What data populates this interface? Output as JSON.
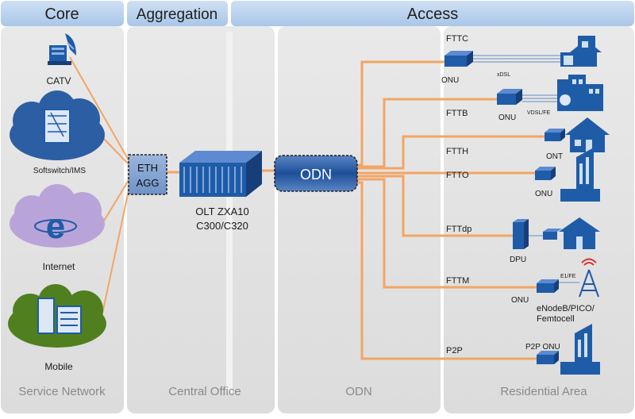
{
  "headers": {
    "core": "Core",
    "aggregation": "Aggregation",
    "access": "Access"
  },
  "footers": {
    "service_network": "Service Network",
    "central_office": "Central Office",
    "odn": "ODN",
    "residential_area": "Residential Area"
  },
  "core_services": {
    "catv": "CATV",
    "softswitch": "Softswitch/IMS",
    "internet": "Internet",
    "mobile": "Mobile"
  },
  "aggregation": {
    "eth_line1": "ETH",
    "eth_line2": "AGG",
    "olt_line1": "OLT ZXA10",
    "olt_line2": "C300/C320",
    "odn_box": "ODN"
  },
  "access_branches": [
    {
      "name": "FTTC",
      "device": "ONU",
      "link": "xDSL"
    },
    {
      "name": "FTTB",
      "device": "ONU",
      "link": "VDSL/FE"
    },
    {
      "name": "FTTH",
      "device": "ONT",
      "link": ""
    },
    {
      "name": "FTTO",
      "device": "ONU",
      "link": ""
    },
    {
      "name": "FTTdp",
      "device": "DPU",
      "link": ""
    },
    {
      "name": "FTTM",
      "device": "ONU",
      "link": "E1/FE"
    },
    {
      "name": "P2P",
      "device": "P2P ONU",
      "link": ""
    }
  ],
  "enodeb": {
    "line1": "eNodeB/PICO/",
    "line2": "Femtocell"
  },
  "colors": {
    "header_bg": "#b8d2ee",
    "header_text": "#1f1f1f",
    "panel_bg": "#e4e4e4",
    "device_blue": "#1f5ca8",
    "cloud_blue": "#2c5ea3",
    "cloud_purple": "#b9a4da",
    "cloud_green": "#4f7f1f",
    "fiber_orange": "#f2a565",
    "footer_text": "#8a8a8a"
  }
}
